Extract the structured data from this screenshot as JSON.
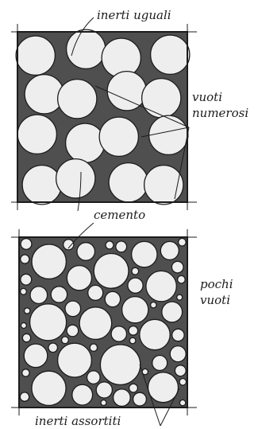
{
  "labels": {
    "top": "inerti uguali",
    "right_top_line1": "vuoti",
    "right_top_line2": "numerosi",
    "middle": "cemento",
    "right_bottom_line1": "pochi",
    "right_bottom_line2": "vuoti",
    "bottom": "inerti assortiti"
  },
  "colors": {
    "ink": "#1c1c1c",
    "aggregate_fill": "#eeeeee",
    "cement_fill": "#4f4f4f",
    "background": "#ffffff"
  }
}
